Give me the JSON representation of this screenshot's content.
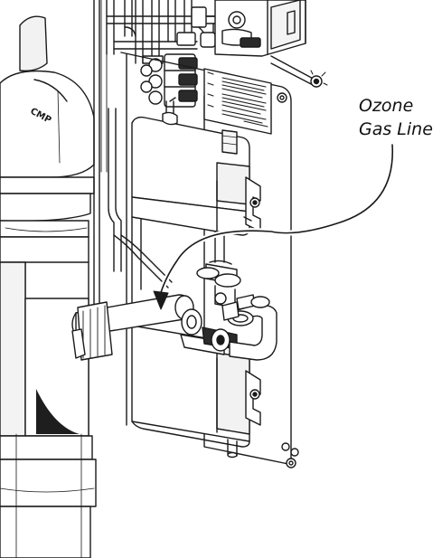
{
  "callout": {
    "line1": "Ozone",
    "line2": "Gas Line"
  },
  "tank_marking": "CMP",
  "colors": {
    "line": "#1a1a1a",
    "fill": "#ffffff",
    "shade": "#e9e9e9",
    "dark": "#2a2a2a"
  }
}
